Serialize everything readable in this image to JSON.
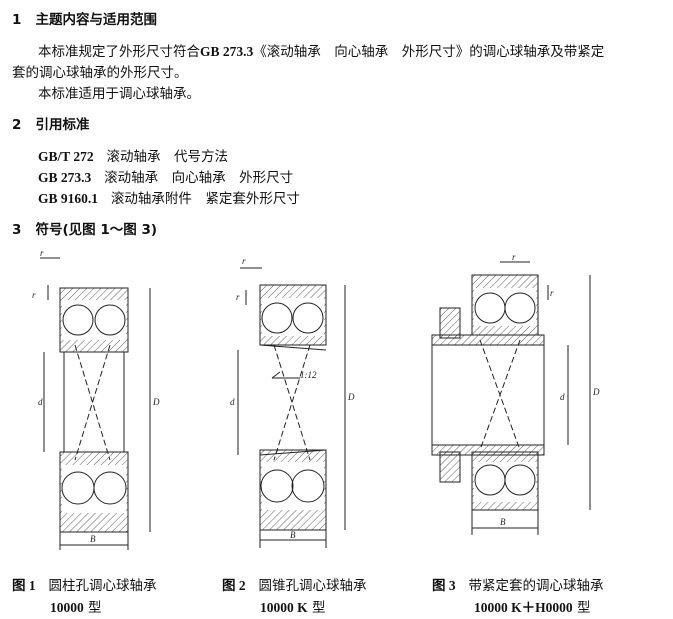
{
  "sections": [
    {
      "num": "1",
      "title": "主题内容与适用范围"
    },
    {
      "num": "2",
      "title": "引用标准"
    },
    {
      "num": "3",
      "title": "符号(见图 1～图 3)"
    }
  ],
  "scope": {
    "p1_a": "本标准规定了外形尺寸符合",
    "p1_code": "GB 273.3",
    "p1_b": "《滚动轴承　向心轴承　外形尺寸》的调心球轴承及带紧定",
    "p1_c": "套的调心球轴承的外形尺寸。",
    "p2": "本标准适用于调心球轴承。"
  },
  "references": [
    {
      "code": "GB/T 272",
      "title": "滚动轴承　代号方法"
    },
    {
      "code": "GB 273.3",
      "title": "滚动轴承　向心轴承　外形尺寸"
    },
    {
      "code": "GB 9160.1",
      "title": "滚动轴承附件　紧定套外形尺寸"
    }
  ],
  "figure_labels": {
    "r": "r",
    "d": "d",
    "D": "D",
    "B": "B",
    "taper": "1:12"
  },
  "figures": [
    {
      "label": "图 1",
      "caption": "圆柱孔调心球轴承",
      "type_code": "10000",
      "type_suffix": "型"
    },
    {
      "label": "图 2",
      "caption": "圆锥孔调心球轴承",
      "type_code": "10000 K",
      "type_suffix": "型"
    },
    {
      "label": "图 3",
      "caption": "带紧定套的调心球轴承",
      "type_code": "10000 K＋H0000",
      "type_suffix": "型"
    }
  ]
}
